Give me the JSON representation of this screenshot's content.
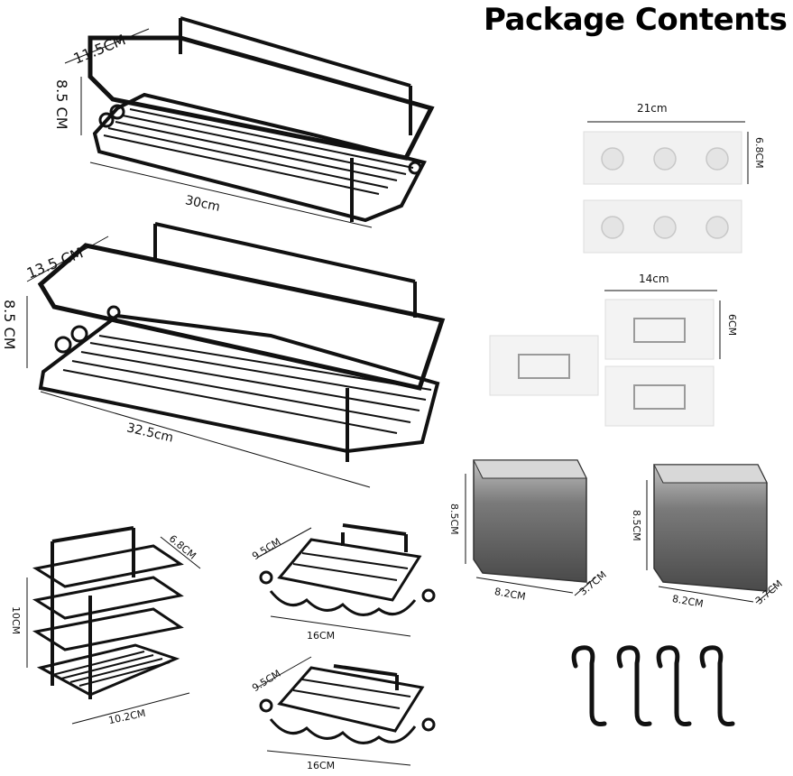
{
  "title": "Package Contents",
  "colors": {
    "metal": "#111111",
    "adhesive": "#f1f1f1",
    "cup": "#5c5c5c"
  },
  "rack_large": {
    "depth": "13.5 CM",
    "height": "8.5 CM",
    "length": "32.5cm"
  },
  "rack_medium": {
    "depth": "11.5CM",
    "height": "8.5 CM",
    "length": "30cm"
  },
  "basket_tall": {
    "depth": "6.8CM",
    "height": "10CM",
    "width": "10.2CM"
  },
  "soap_dish_1": {
    "depth": "9.5CM",
    "length": "16CM"
  },
  "soap_dish_2": {
    "depth": "9.5CM",
    "length": "16CM"
  },
  "strip_adhesive": {
    "width": "21cm",
    "height": "6.8CM"
  },
  "square_adhesive": {
    "width": "14cm",
    "height": "6CM"
  },
  "cup_left": {
    "height": "8.5CM",
    "width": "8.2CM",
    "depth": "3.7CM"
  },
  "cup_right": {
    "height": "8.5CM",
    "width": "8.2CM",
    "depth": "3.7CM"
  },
  "hooks": {
    "icon": "s-hook-icon"
  }
}
